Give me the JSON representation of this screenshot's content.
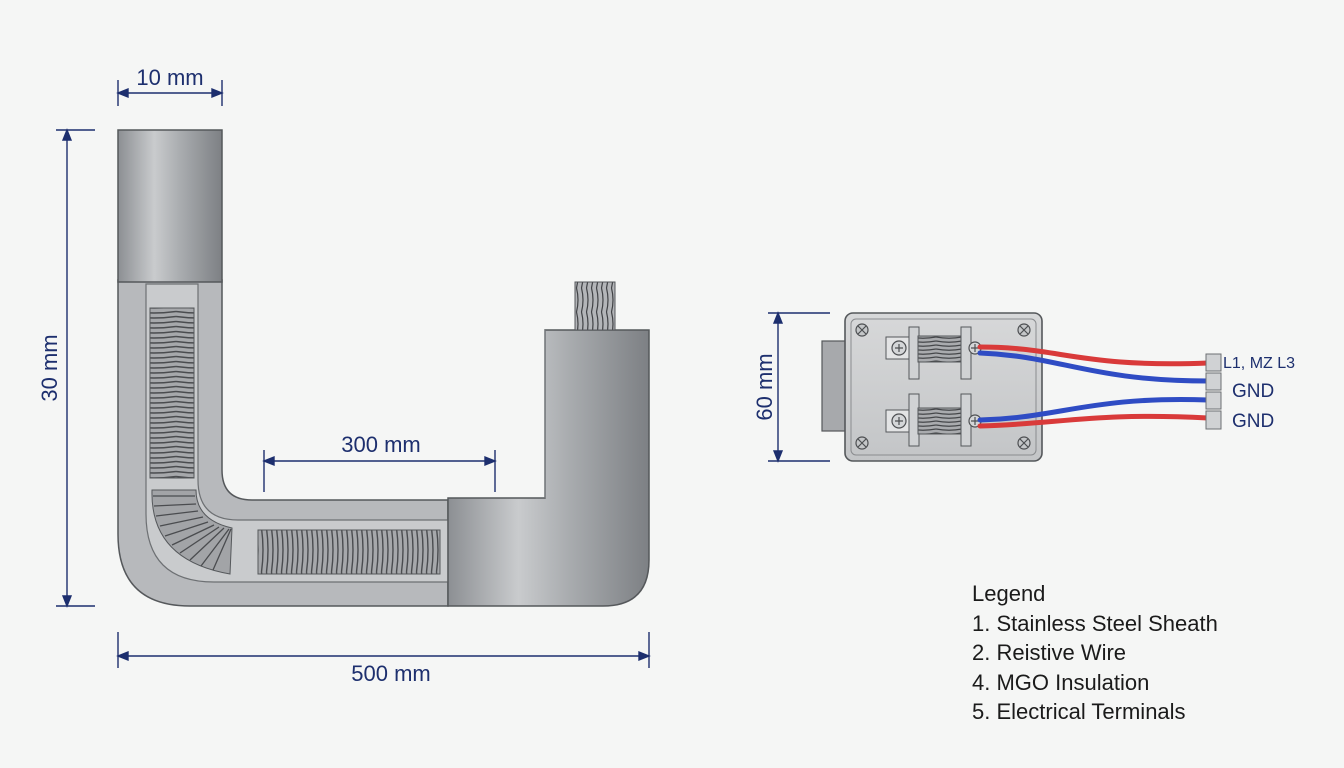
{
  "dimensions": {
    "top_width": "10 mm",
    "height": "30 mm",
    "middle_length": "300 mm",
    "total_length": "500 mm",
    "box_height": "60 mm"
  },
  "terminals": {
    "labels": [
      "L1, MZ L3",
      "GND",
      "GND"
    ],
    "wire_colors": {
      "red": "#d93a3a",
      "blue": "#2f4cc4"
    }
  },
  "legend": {
    "title": "Legend",
    "items": [
      "1. Stainless Steel Sheath",
      "2. Reistive Wire",
      "4. MGO Insulation",
      "5. Electrical Terminals"
    ]
  },
  "colors": {
    "dimension_line": "#1d2f6e",
    "sheath": "#9a9da0",
    "background": "#f5f6f5"
  }
}
